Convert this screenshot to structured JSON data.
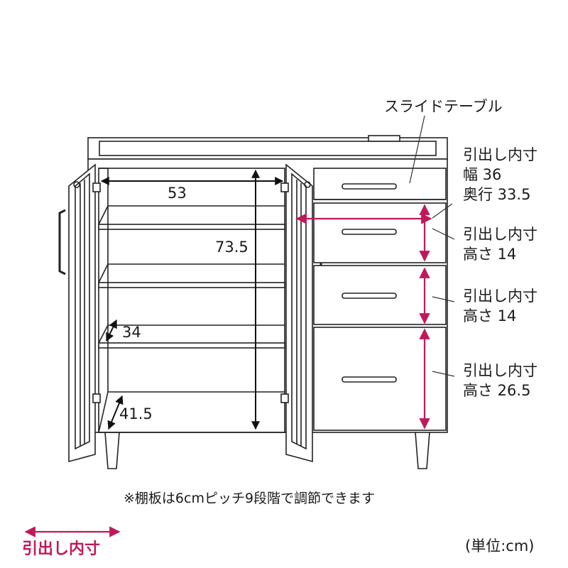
{
  "colors": {
    "accent": "#c0195a",
    "line": "#222222",
    "dim": "#111111"
  },
  "callouts": {
    "slide_table": "スライドテーブル",
    "drawer_inner_top": {
      "title": "引出し内寸",
      "width": "幅 36",
      "depth": "奥行 33.5"
    },
    "drawer_1": {
      "title": "引出し内寸",
      "height": "高さ 14"
    },
    "drawer_2": {
      "title": "引出し内寸",
      "height": "高さ 14"
    },
    "drawer_3": {
      "title": "引出し内寸",
      "height": "高さ 26.5"
    }
  },
  "dimensions": {
    "inner_width": "53",
    "inner_height": "73.5",
    "shelf_depth": "34",
    "bottom_depth": "41.5"
  },
  "note": "※棚板は6cmピッチ9段階で調節できます",
  "legend_label": "引出し内寸",
  "unit": "(単位:cm)"
}
